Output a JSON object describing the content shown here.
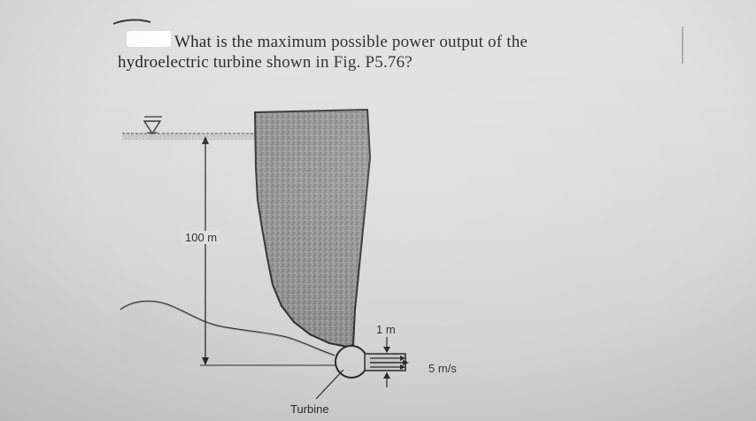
{
  "question": {
    "line1": "What is the maximum possible power output of the",
    "line2": "hydroelectric turbine shown in Fig. P5.76?"
  },
  "figure": {
    "height_label": "100 m",
    "diameter_label": "1 m",
    "velocity_label": "5 m/s",
    "turbine_label": "Turbine",
    "water_surface_icon": "water-level-triangle-icon"
  }
}
